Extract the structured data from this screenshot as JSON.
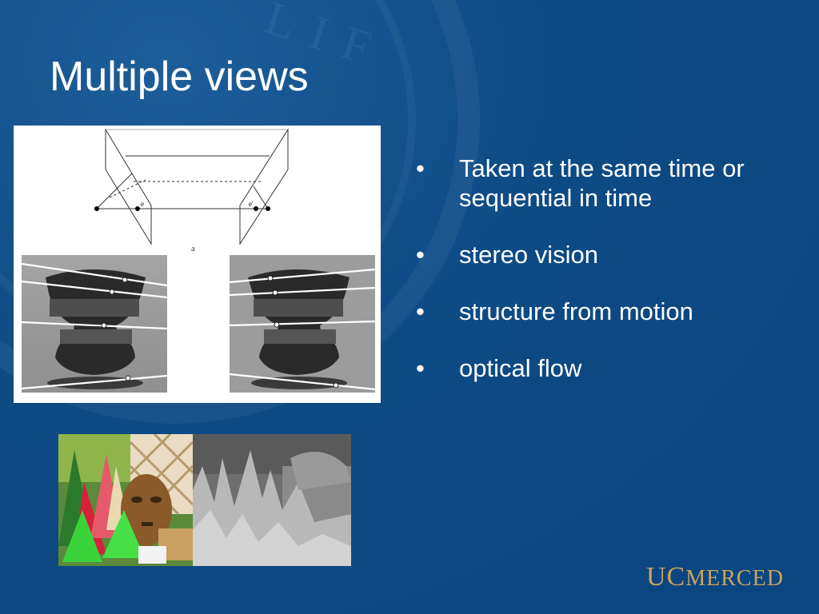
{
  "slide": {
    "title": "Multiple views",
    "figure_label": "a",
    "epipole_left": "e",
    "epipole_right": "e′",
    "bullets": [
      {
        "marker": "•",
        "text": "Taken at the same time or sequential in time"
      },
      {
        "marker": "•",
        "text": "stereo vision"
      },
      {
        "marker": "•",
        "text": "structure from motion"
      },
      {
        "marker": "•",
        "text": "optical flow"
      }
    ],
    "logo": {
      "uc": "UC",
      "merced": "MERCED"
    },
    "colors": {
      "background": "#0e4a84",
      "text": "#ffffff",
      "logo": "#c9a55b"
    }
  }
}
